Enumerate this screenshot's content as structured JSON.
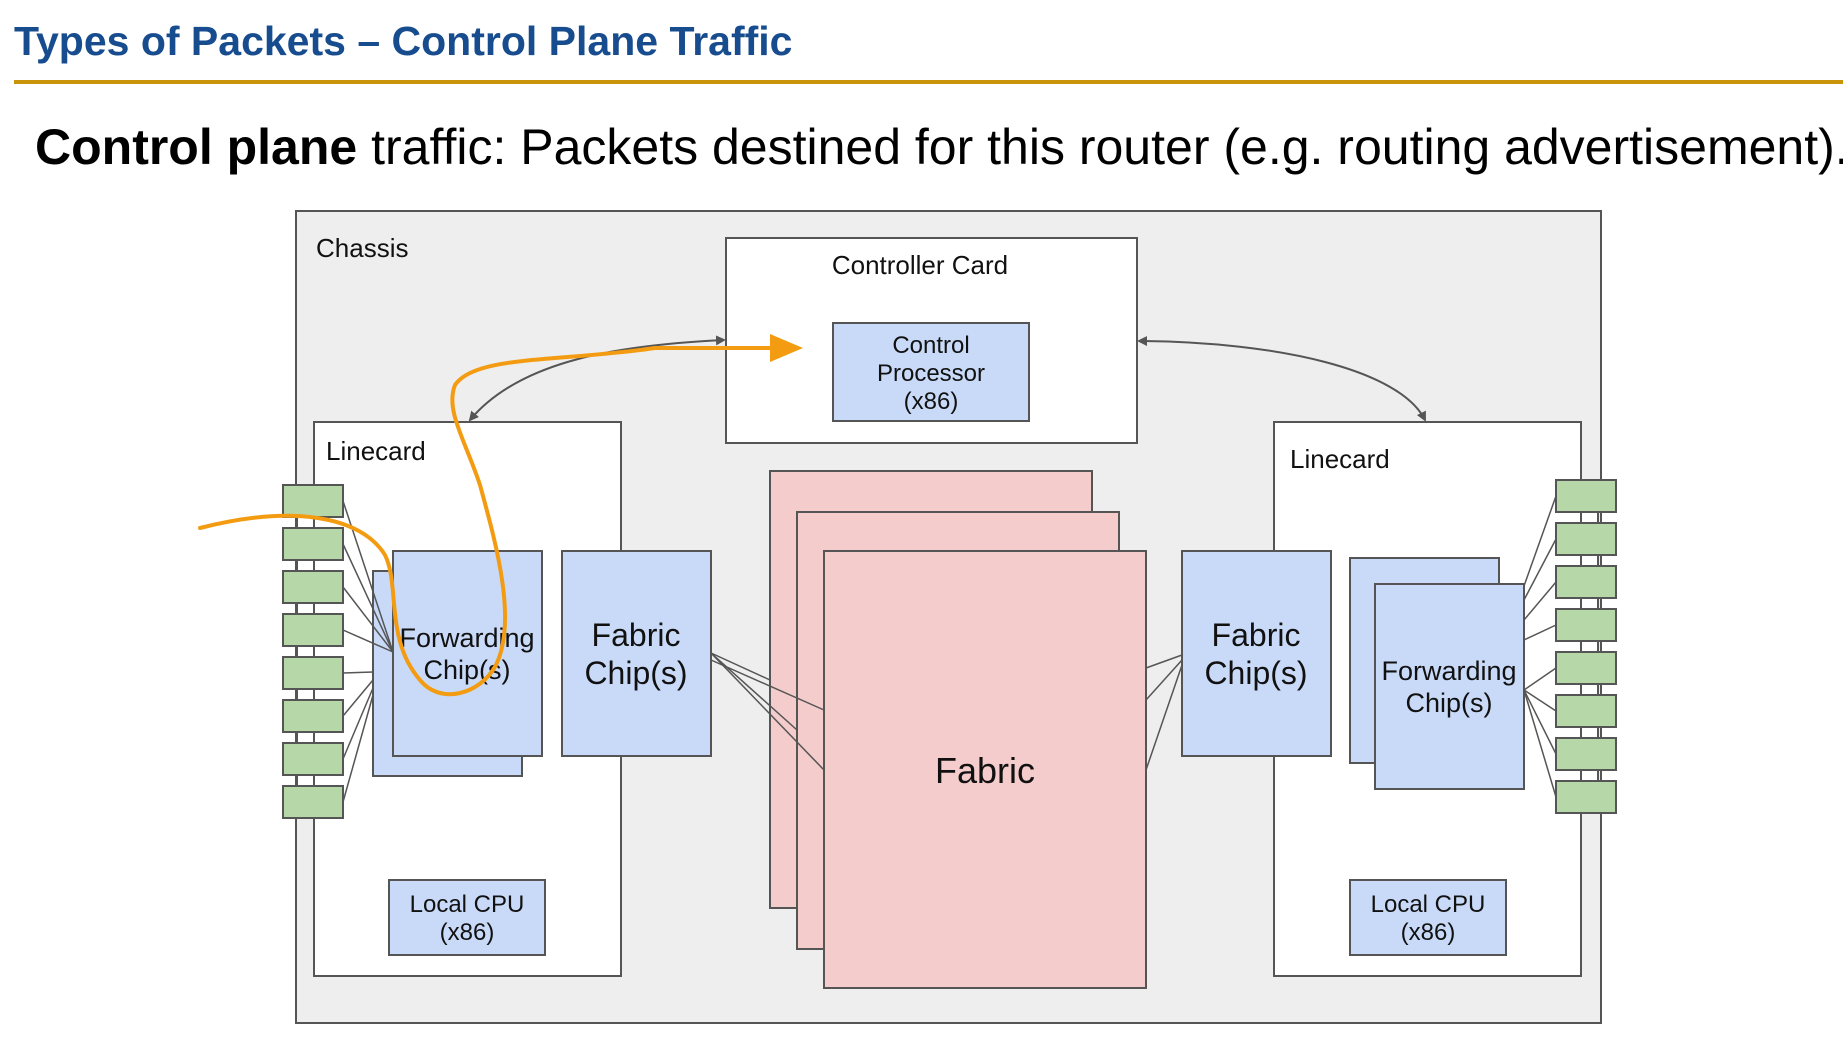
{
  "header": {
    "title": "Types of Packets – Control Plane Traffic"
  },
  "subtitle": {
    "bold": "Control plane",
    "rest": " traffic: Packets destined for this router (e.g. routing advertisement)."
  },
  "diagram": {
    "chassis_label": "Chassis",
    "controller_card_label": "Controller Card",
    "control_processor": [
      "Control",
      "Processor",
      "(x86)"
    ],
    "linecard_left_label": "Linecard",
    "linecard_right_label": "Linecard",
    "forwarding_chip": [
      "Forwarding",
      "Chip(s)"
    ],
    "fabric_chip": [
      "Fabric",
      "Chip(s)"
    ],
    "fabric_label": "Fabric",
    "local_cpu": [
      "Local CPU",
      "(x86)"
    ],
    "colors": {
      "chassis_fill": "#eeeeee",
      "blue_box": "#c9daf8",
      "pink_box": "#f4cccc",
      "port_green": "#b6d7a8",
      "arrow_orange": "#f39c12",
      "line_gray": "#555555"
    }
  }
}
